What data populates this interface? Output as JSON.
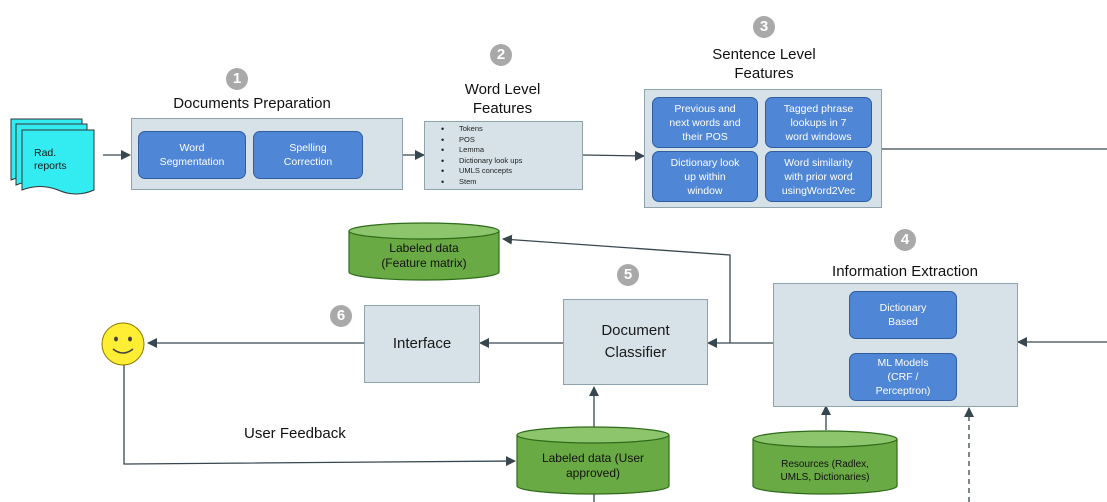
{
  "steps": {
    "s1": {
      "num": "1",
      "title": "Documents Preparation"
    },
    "s2": {
      "num": "2",
      "title_line1": "Word Level",
      "title_line2": "Features"
    },
    "s3": {
      "num": "3",
      "title_line1": "Sentence Level",
      "title_line2": "Features"
    },
    "s4": {
      "num": "4",
      "title": "Information Extraction"
    },
    "s5": {
      "num": "5"
    },
    "s6": {
      "num": "6"
    }
  },
  "rad_reports": {
    "line1": "Rad.",
    "line2": "reports"
  },
  "doc_prep": {
    "word_segmentation": {
      "line1": "Word",
      "line2": "Segmentation"
    },
    "spelling_correction": {
      "line1": "Spelling",
      "line2": "Correction"
    }
  },
  "word_features": [
    "Tokens",
    "POS",
    "Lemma",
    "Dictionary look ups",
    "UMLS concepts",
    "Stem"
  ],
  "sentence_features": {
    "prev_next": {
      "line1": "Previous and",
      "line2": "next words and",
      "line3": "their POS"
    },
    "tagged_phrase": {
      "line1": "Tagged phrase",
      "line2": "lookups in 7",
      "line3": "word windows"
    },
    "dict_lookup": {
      "line1": "Dictionary look",
      "line2": "up within",
      "line3": "window"
    },
    "word_similarity": {
      "line1": "Word similarity",
      "line2": "with prior word",
      "line3": "usingWord2Vec"
    }
  },
  "info_extraction": {
    "dictionary": {
      "line1": "Dictionary",
      "line2": "Based"
    },
    "ml_models": {
      "line1": "ML Models",
      "line2": "(CRF /",
      "line3": "Perceptron)"
    }
  },
  "labeled_feature": {
    "line1": "Labeled data",
    "line2": "(Feature matrix)"
  },
  "doc_classifier": {
    "line1": "Document",
    "line2": "Classifier"
  },
  "interface": {
    "label": "Interface"
  },
  "user_feedback": "User Feedback",
  "labeled_user": {
    "line1": "Labeled data (User",
    "line2": "approved)"
  },
  "resources": {
    "line1": "Resources (Radlex,",
    "line2": "UMLS, Dictionaries)"
  },
  "colors": {
    "panel": "#d6e2e8",
    "blue_box": "#4f86d6",
    "cylinder": "#6aaa44",
    "document": "#33ecf2",
    "smiley": "#ffee33",
    "connector": "#37474f"
  }
}
